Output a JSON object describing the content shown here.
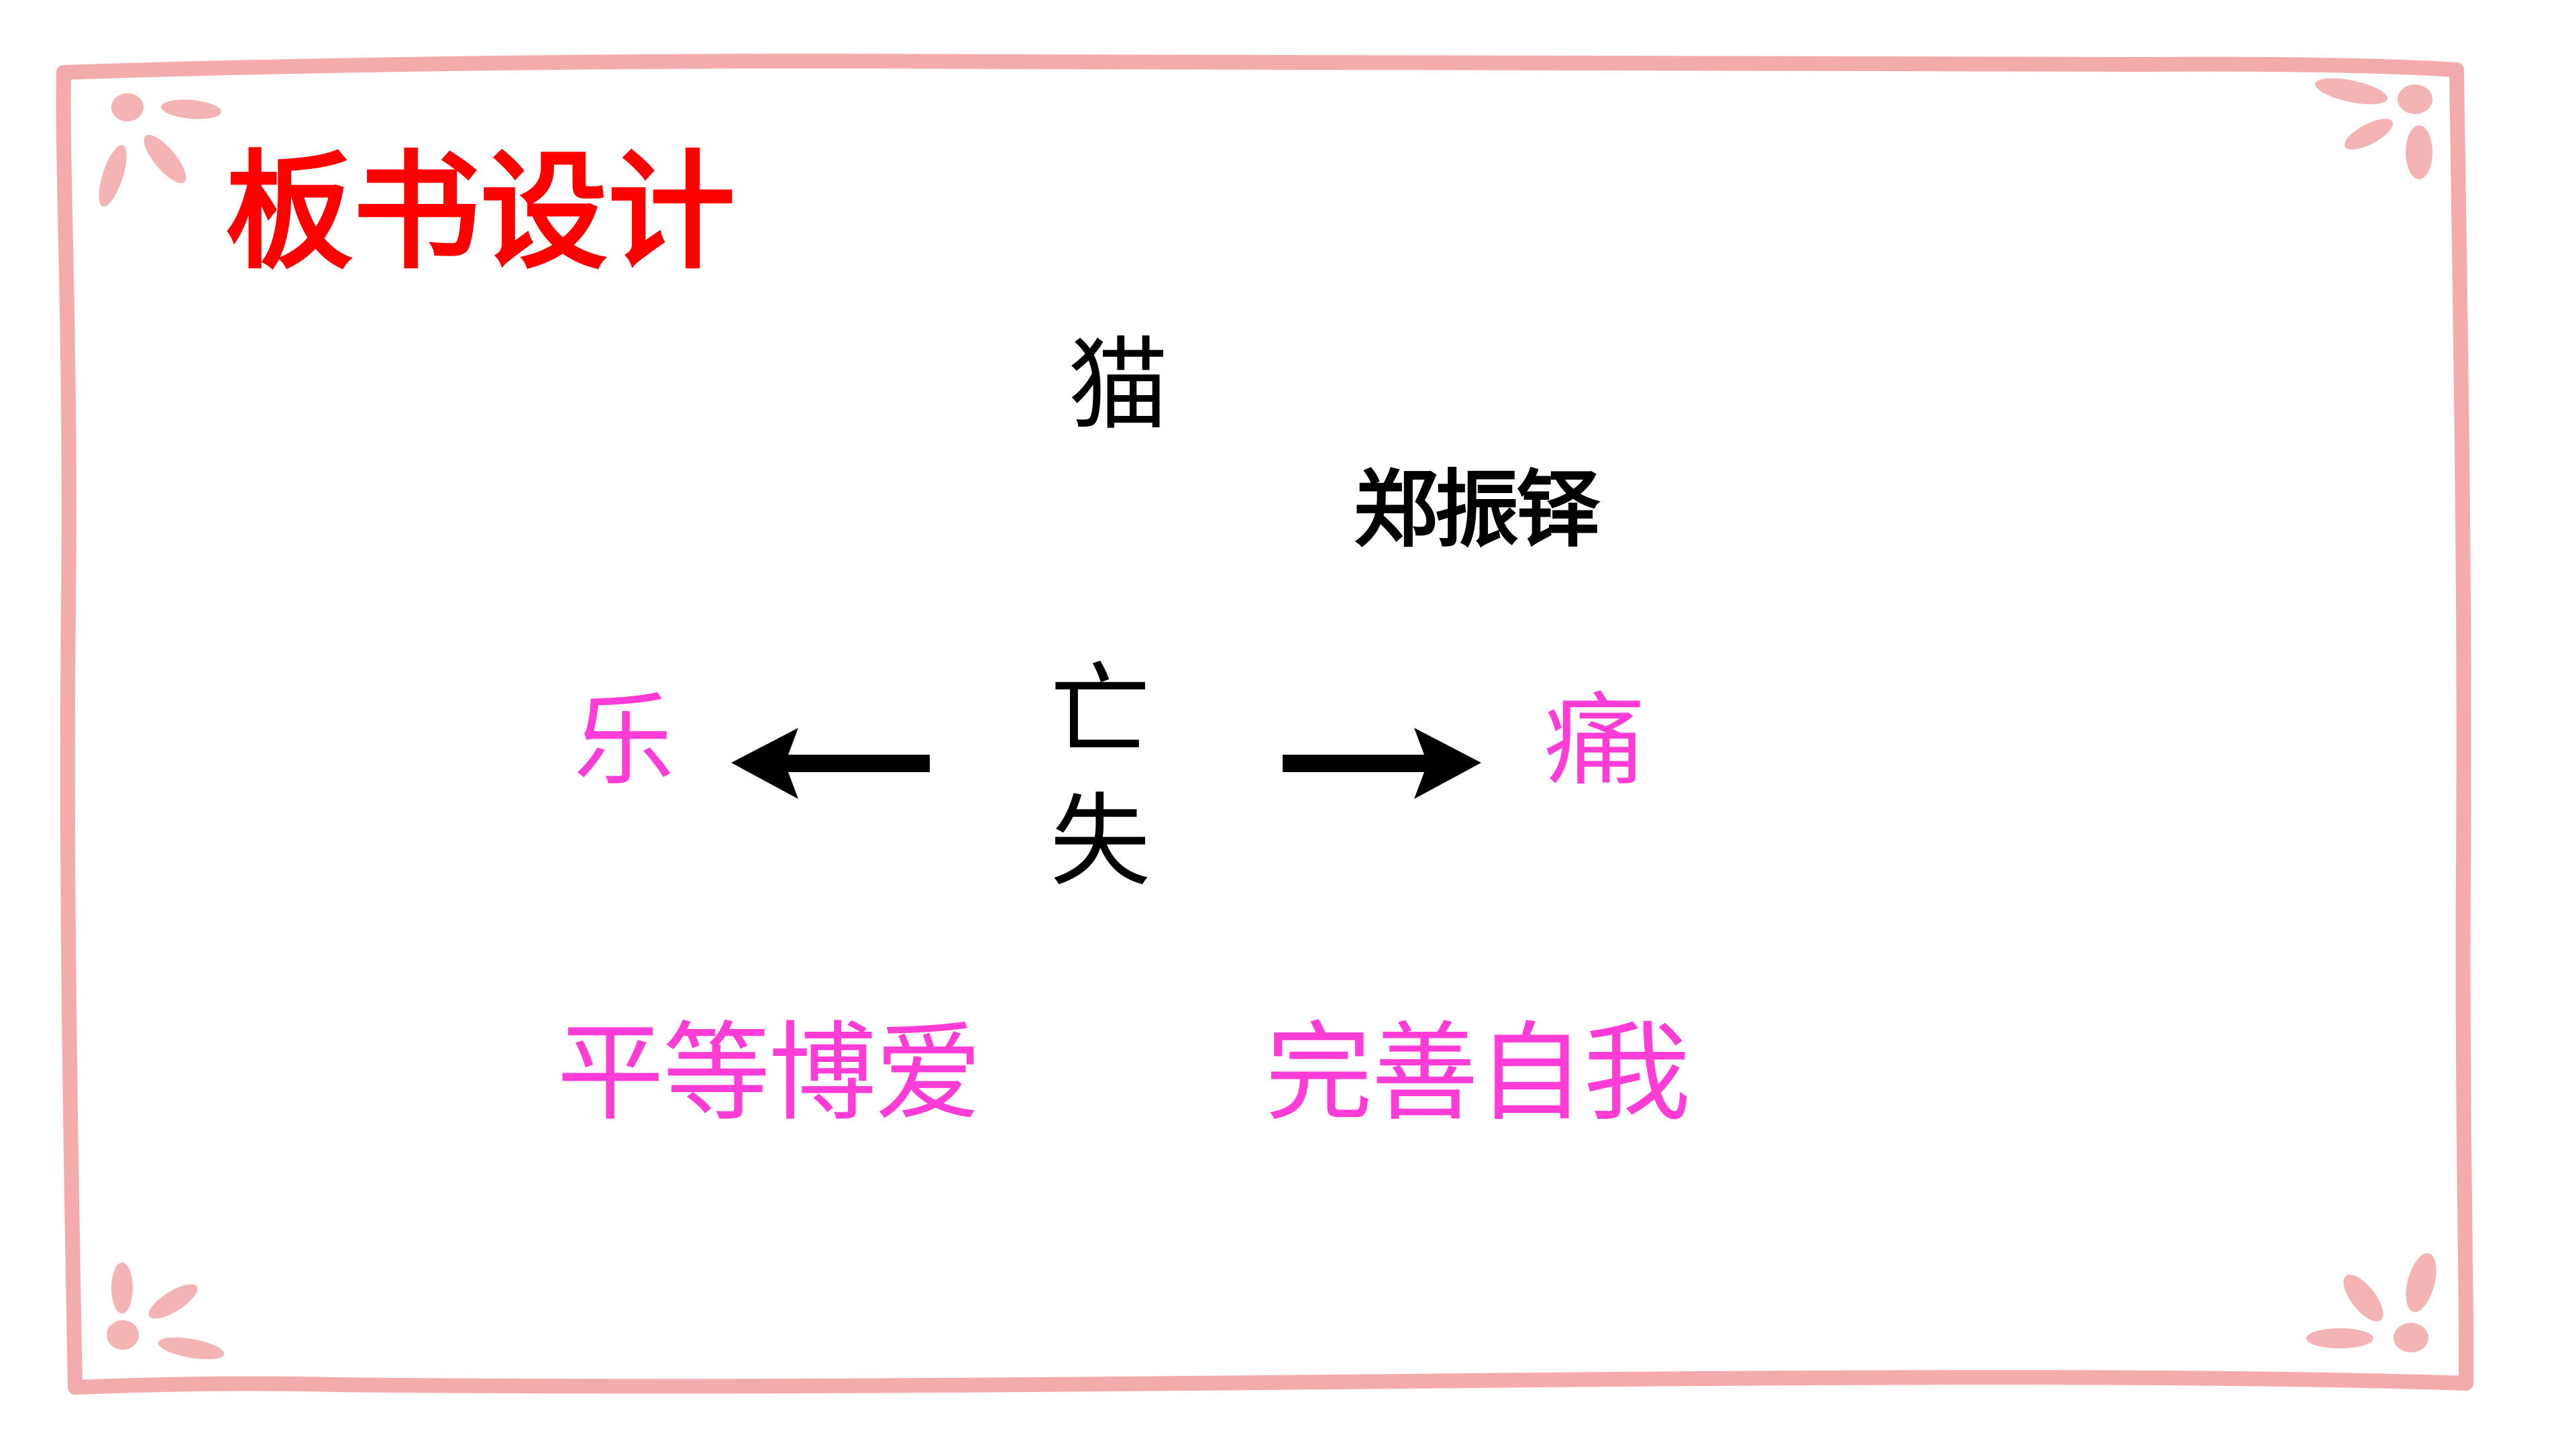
{
  "slide": {
    "title": "板书设计",
    "lesson_title": "猫",
    "author": "郑振铎",
    "center": {
      "top_char": "亡",
      "bottom_char": "失"
    },
    "left_branch": {
      "label": "乐",
      "arrow_direction": "left",
      "phrase": "平等博爱"
    },
    "right_branch": {
      "label": "痛",
      "arrow_direction": "right",
      "phrase": "完善自我"
    }
  },
  "colors": {
    "title": "#FF0000",
    "body_text": "#000000",
    "accent_magenta": "#FF3CD6",
    "frame_pink": "#F3A6A8",
    "background": "#FFFFFF"
  },
  "decorations": {
    "frame": "hand-drawn-pink-border",
    "corner_ornaments": [
      "top-left-petals",
      "top-right-petals",
      "bottom-left-petals",
      "bottom-right-petals"
    ]
  }
}
